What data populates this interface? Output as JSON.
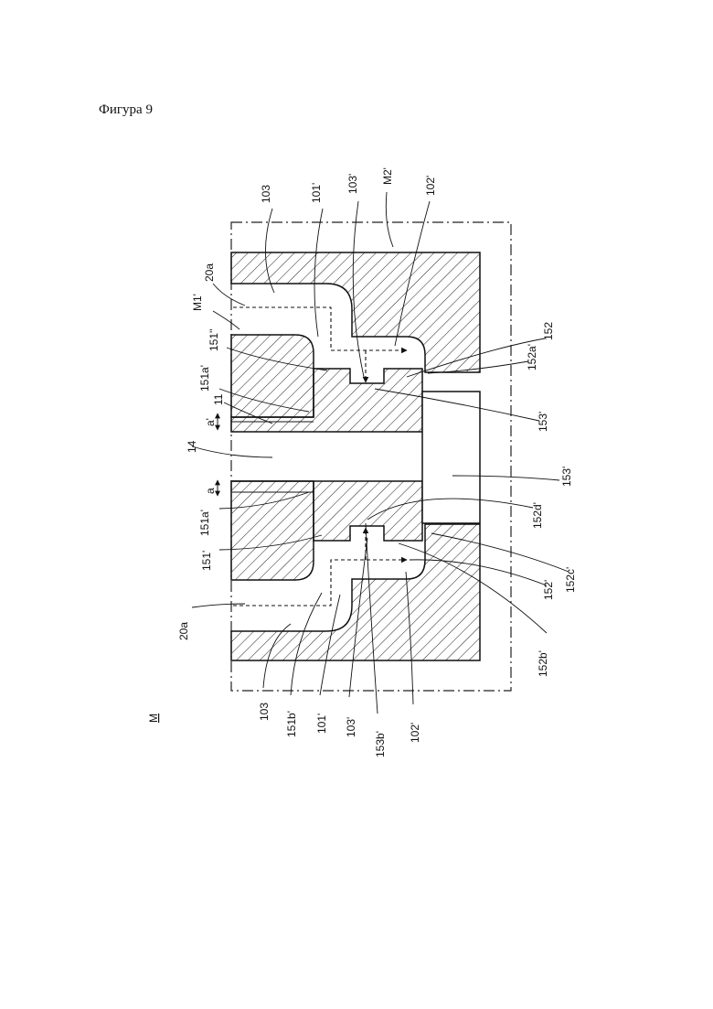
{
  "figure_title": "Фигура 9",
  "labels": {
    "l103_top": "103",
    "l101p_top": "101'",
    "l103p_top": "103'",
    "lM2p": "M2'",
    "l102p_top": "102'",
    "l20a_top": "20a",
    "lM1p": "M1'",
    "l151pp": "151''",
    "l151ap": "151a'",
    "l11": "11",
    "lap": "a'",
    "l152": "152",
    "l152ap": "152a'",
    "l153p_top": "153'",
    "l14": "14",
    "la": "a",
    "l151ap_b": "151a'",
    "l151p": "151'",
    "l153p_b": "153'",
    "l152dp": "152d'",
    "l20a_bot": "20a",
    "l152cp": "152c'",
    "l152p": "152'",
    "l152bp": "152b'",
    "lM": "M",
    "l103_bot": "103",
    "l151bp": "151b'",
    "l101p_bot": "101'",
    "l103p_bot": "103'",
    "l153bp": "153b'",
    "l102p_bot": "102'"
  }
}
